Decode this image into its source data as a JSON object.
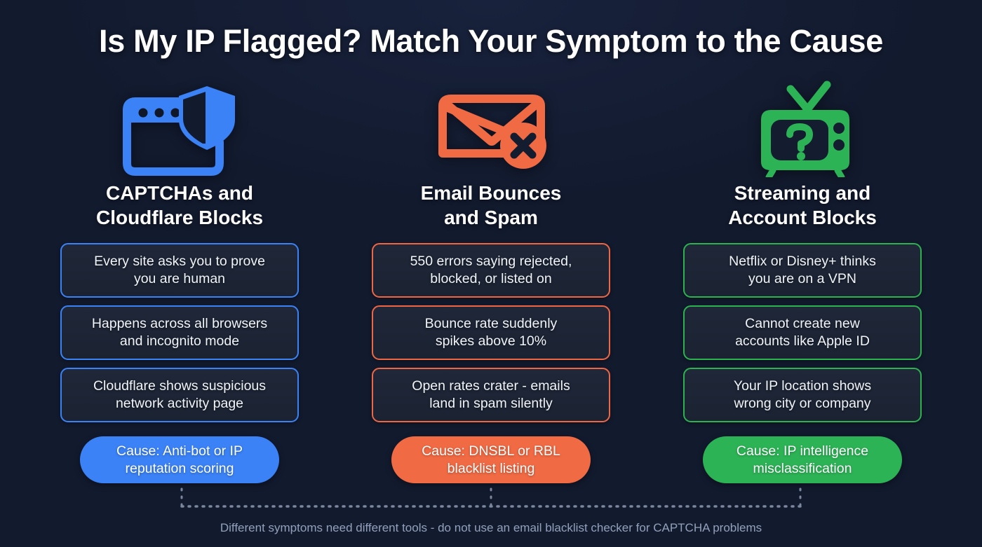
{
  "title": "Is My IP Flagged? Match Your Symptom to the Cause",
  "colors": {
    "background": "#121a2e",
    "card_fill": "#1f2738",
    "blue": "#3b82f6",
    "orange": "#f06a44",
    "orange_border": "#ee6644",
    "green": "#2cb355",
    "green_border": "#2cb24f",
    "text": "#ffffff",
    "muted_text": "#93a0bb",
    "connector": "#7a879f"
  },
  "columns": [
    {
      "accent": "#3b82f6",
      "icon": "browser-window-shield-icon",
      "heading": "CAPTCHAs and\nCloudflare Blocks",
      "symptoms": [
        "Every site asks you to prove\nyou are human",
        "Happens across all browsers\nand incognito mode",
        "Cloudflare shows suspicious\nnetwork activity page"
      ],
      "cause": "Cause: Anti-bot or IP\nreputation scoring"
    },
    {
      "accent": "#f06a44",
      "icon": "envelope-error-icon",
      "heading": "Email Bounces\nand Spam",
      "symptoms": [
        "550 errors saying rejected,\nblocked, or listed on",
        "Bounce rate suddenly\nspikes above 10%",
        "Open rates crater - emails\nland in spam silently"
      ],
      "cause": "Cause: DNSBL or RBL\nblacklist listing"
    },
    {
      "accent": "#2cb355",
      "icon": "tv-question-mark-icon",
      "heading": "Streaming and\nAccount Blocks",
      "symptoms": [
        "Netflix or Disney+ thinks\nyou are on a VPN",
        "Cannot create new\naccounts like Apple ID",
        "Your IP location shows\nwrong city or company"
      ],
      "cause": "Cause: IP intelligence\nmisclassification"
    }
  ],
  "footer_note": "Different symptoms need different tools - do not use an email blacklist checker for CAPTCHA problems"
}
